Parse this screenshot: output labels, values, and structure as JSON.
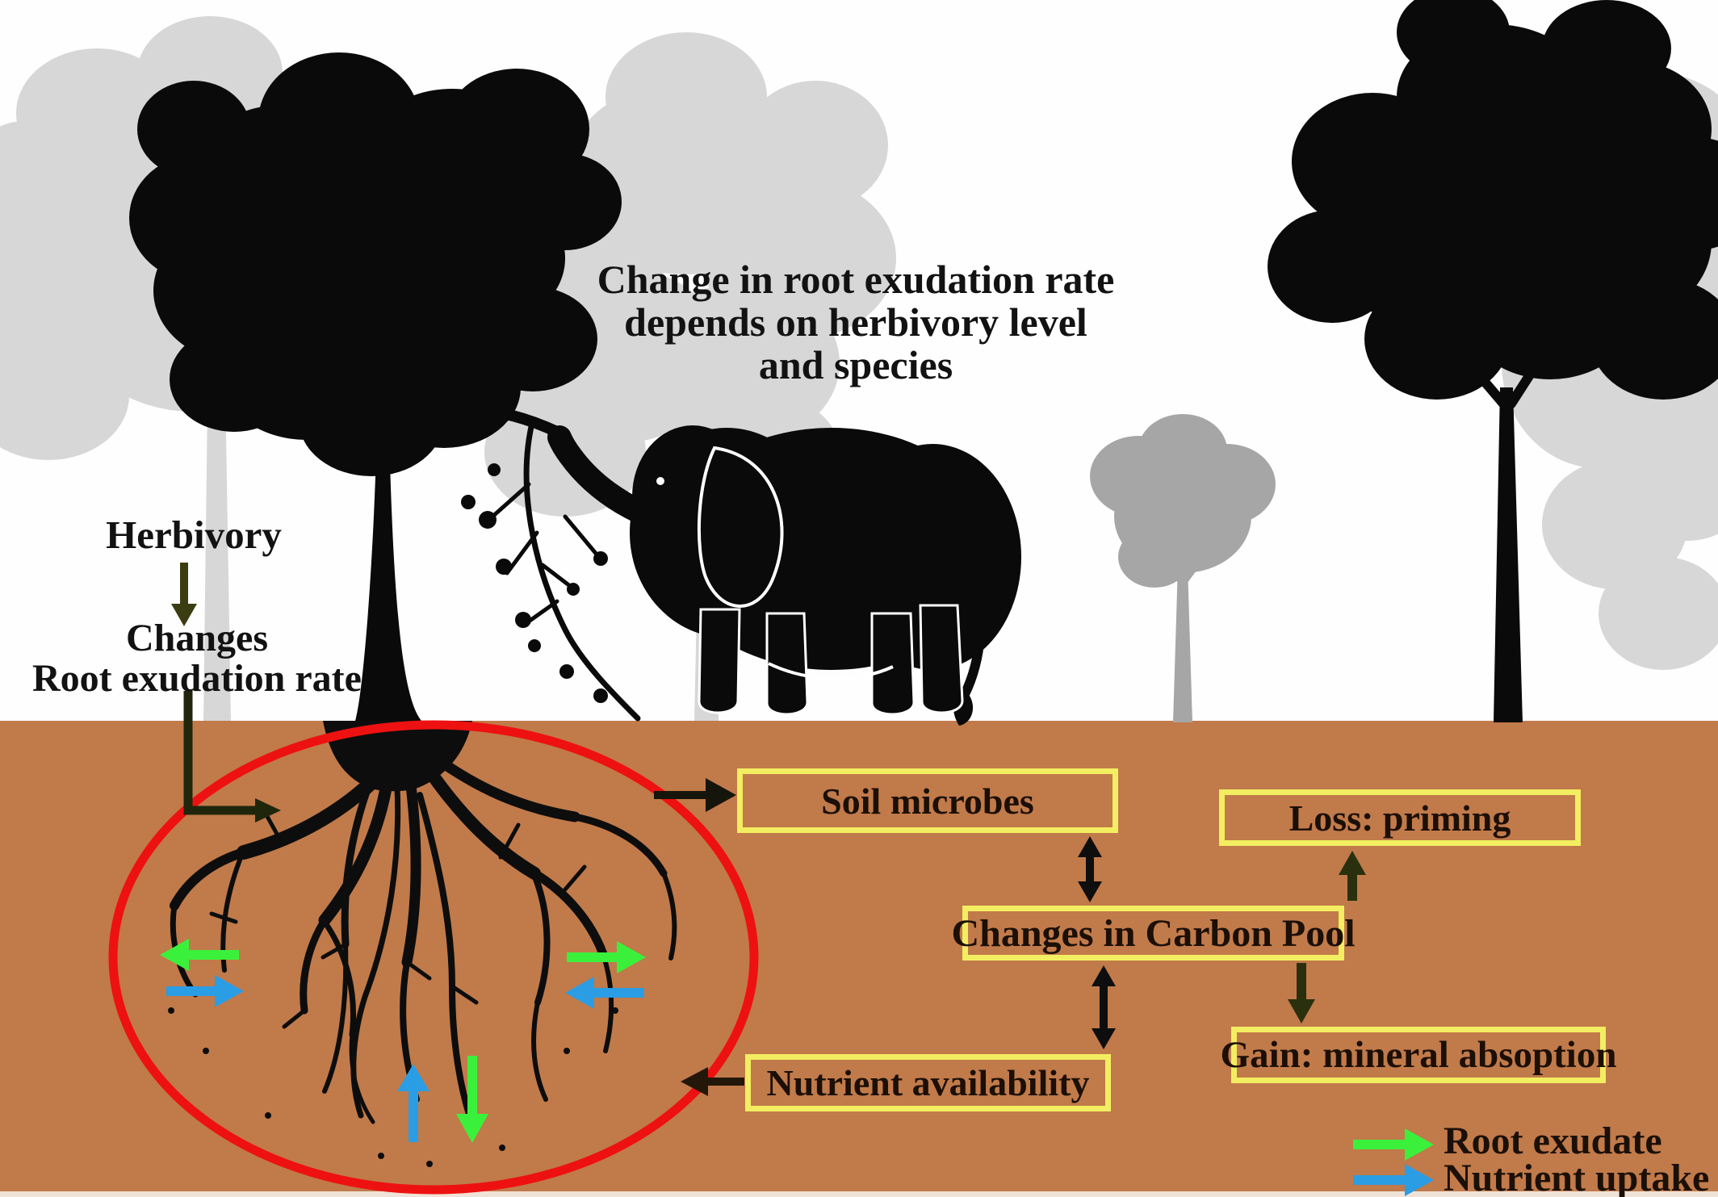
{
  "figure": {
    "title": "Change in root exudation rate\ndepends on herbivory level\nand species",
    "herbivory_label": "Herbivory",
    "changes_label": "Changes\nRoot exudation rate"
  },
  "boxes": {
    "soil_microbes": "Soil microbes",
    "loss_priming": "Loss: priming",
    "carbon_pool": "Changes in Carbon Pool",
    "nutrient_availability": "Nutrient availability",
    "gain_mineral": "Gain: mineral absoption"
  },
  "legend": [
    {
      "icon": "green-right-arrow",
      "label": "Root exudate"
    },
    {
      "icon": "blue-right-arrow",
      "label": "Nutrient uptake"
    }
  ],
  "colors": {
    "soil": "#c17a4a",
    "soil_bottom_strip": "#efe3d8",
    "box_border": "#f3ee61",
    "ellipse_red": "#ee1111",
    "root_exudate_green": "#3bf03b",
    "nutrient_uptake_blue": "#2b9de4",
    "dark_arrow": "#15150b",
    "olive_arrow": "#2a300e",
    "silhouette_black": "#0a0a0a",
    "tree_gray_light": "#d7d7d7",
    "tree_gray_mid": "#a6a6a6"
  }
}
